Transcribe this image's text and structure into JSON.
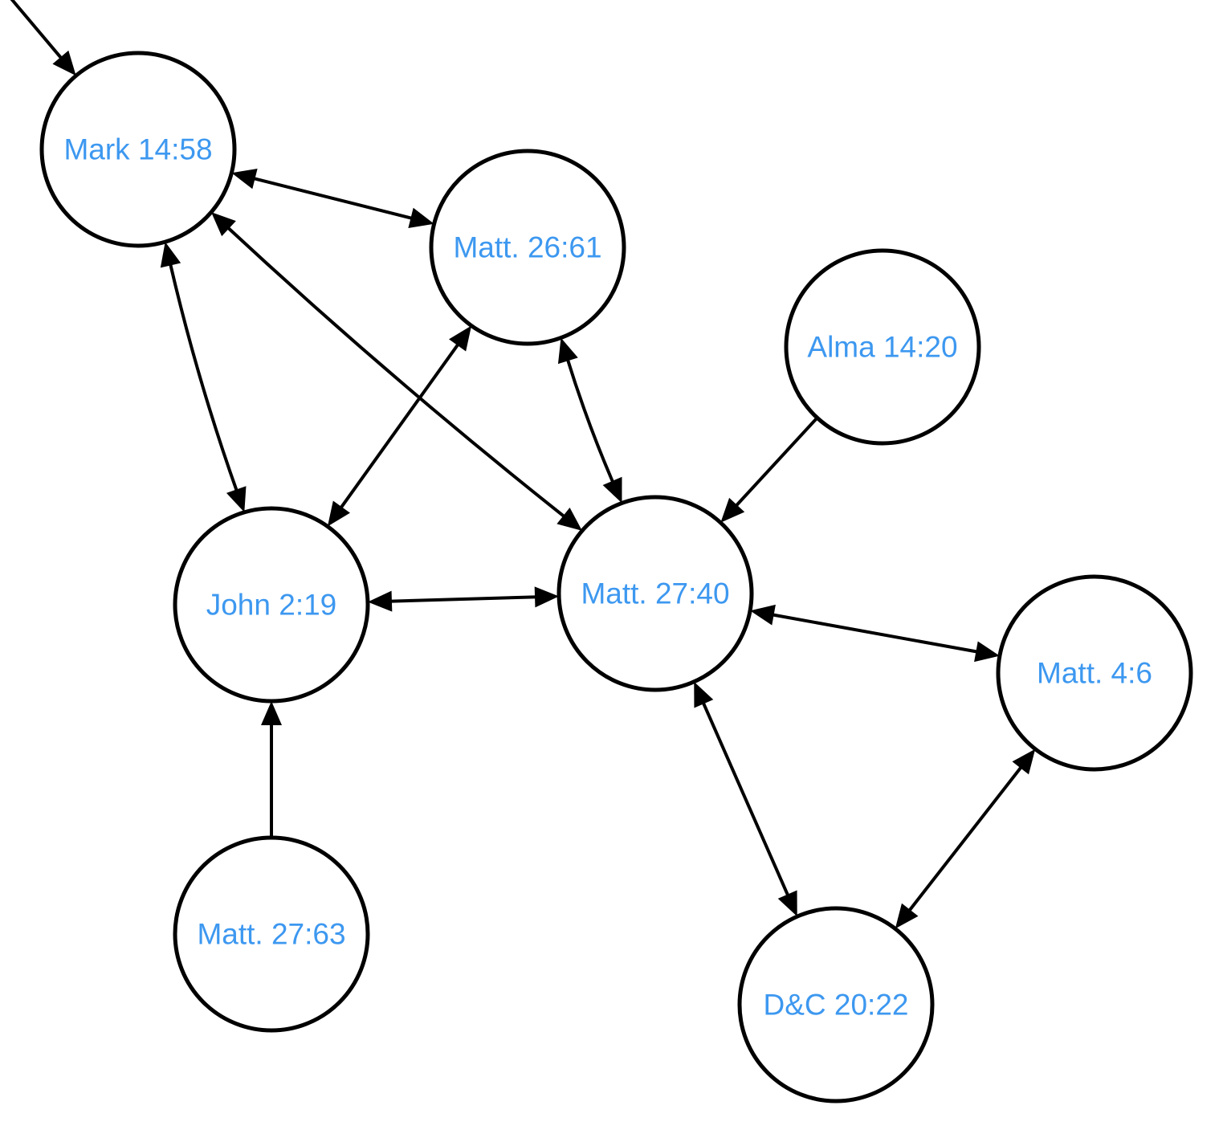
{
  "diagram": {
    "colors": {
      "label": "#3d98f0",
      "stroke": "#000000",
      "fill": "#ffffff"
    },
    "nodes": [
      {
        "id": "mark-14-58",
        "label": "Mark 14:58"
      },
      {
        "id": "matt-26-61",
        "label": "Matt. 26:61"
      },
      {
        "id": "alma-14-20",
        "label": "Alma 14:20"
      },
      {
        "id": "john-2-19",
        "label": "John 2:19"
      },
      {
        "id": "matt-27-40",
        "label": "Matt. 27:40"
      },
      {
        "id": "matt-4-6",
        "label": "Matt. 4:6"
      },
      {
        "id": "matt-27-63",
        "label": "Matt. 27:63"
      },
      {
        "id": "dc-20-22",
        "label": "D&C 20:22"
      }
    ],
    "edges": [
      {
        "from": "offscreen",
        "to": "mark-14-58",
        "bidirectional": false
      },
      {
        "from": "mark-14-58",
        "to": "matt-26-61",
        "bidirectional": true
      },
      {
        "from": "mark-14-58",
        "to": "john-2-19",
        "bidirectional": true
      },
      {
        "from": "mark-14-58",
        "to": "matt-27-40",
        "bidirectional": true
      },
      {
        "from": "matt-26-61",
        "to": "john-2-19",
        "bidirectional": true
      },
      {
        "from": "matt-26-61",
        "to": "matt-27-40",
        "bidirectional": true
      },
      {
        "from": "alma-14-20",
        "to": "matt-27-40",
        "bidirectional": false
      },
      {
        "from": "john-2-19",
        "to": "matt-27-40",
        "bidirectional": true
      },
      {
        "from": "matt-27-63",
        "to": "john-2-19",
        "bidirectional": false
      },
      {
        "from": "matt-27-40",
        "to": "matt-4-6",
        "bidirectional": true
      },
      {
        "from": "matt-27-40",
        "to": "dc-20-22",
        "bidirectional": true
      },
      {
        "from": "matt-4-6",
        "to": "dc-20-22",
        "bidirectional": true
      }
    ]
  }
}
